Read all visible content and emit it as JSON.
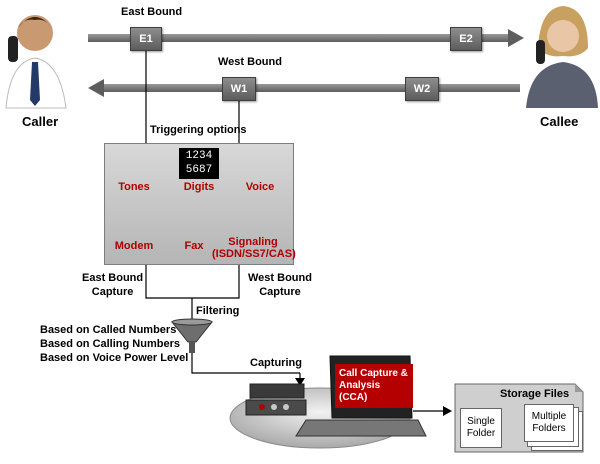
{
  "lanes": {
    "east": {
      "label": "East Bound",
      "points": [
        "E1",
        "E2"
      ]
    },
    "west": {
      "label": "West Bound",
      "points": [
        "W1",
        "W2"
      ]
    }
  },
  "parties": {
    "caller": "Caller",
    "callee": "Callee"
  },
  "triggering": {
    "label": "Triggering options",
    "options": [
      {
        "name": "Tones",
        "icon": "tones-icon"
      },
      {
        "name": "Digits",
        "icon": "digits-icon",
        "display": [
          "1234",
          "5687"
        ]
      },
      {
        "name": "Voice",
        "icon": "speaker-icon"
      },
      {
        "name": "Modem",
        "icon": "modem-icon"
      },
      {
        "name": "Fax",
        "icon": "fax-icon"
      },
      {
        "name": "Signaling",
        "sub": "(ISDN/SS7/CAS)",
        "icon": "telephone-icon"
      }
    ]
  },
  "capture": {
    "east": [
      "East Bound",
      "Capture"
    ],
    "west": [
      "West Bound",
      "Capture"
    ]
  },
  "filtering": {
    "label": "Filtering",
    "criteria": [
      "Based on Called Numbers",
      "Based on Calling Numbers",
      "Based on Voice Power Level"
    ]
  },
  "capturing": {
    "label": "Capturing",
    "screen": [
      "Call Capture &",
      "Analysis (CCA)"
    ]
  },
  "storage": {
    "title": "Storage Files",
    "single": [
      "Single",
      "Folder"
    ],
    "multiple": [
      "Multiple",
      "Folders"
    ]
  },
  "colors": {
    "accent_red": "#b00000",
    "arrow_gray": "#6e6e6e",
    "panel": "#c8c8c8"
  }
}
